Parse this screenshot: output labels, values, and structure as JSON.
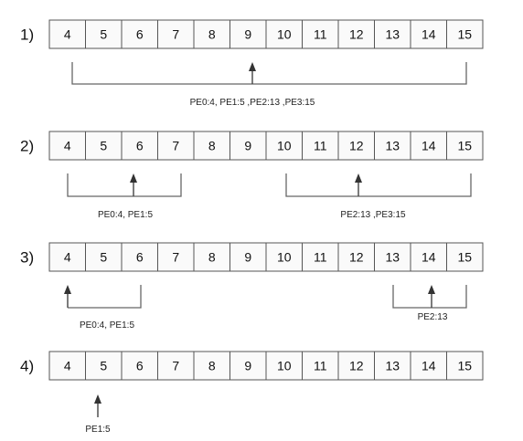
{
  "steps": [
    {
      "label": "1)",
      "values": [
        "4",
        "5",
        "6",
        "7",
        "8",
        "9",
        "10",
        "11",
        "12",
        "13",
        "14",
        "15"
      ],
      "groups": [
        {
          "caption": "PE0:4, PE1:5 ,PE2:13 ,PE3:15"
        }
      ]
    },
    {
      "label": "2)",
      "values": [
        "4",
        "5",
        "6",
        "7",
        "8",
        "9",
        "10",
        "11",
        "12",
        "13",
        "14",
        "15"
      ],
      "groups": [
        {
          "caption": "PE0:4, PE1:5"
        },
        {
          "caption": "PE2:13 ,PE3:15"
        }
      ]
    },
    {
      "label": "3)",
      "values": [
        "4",
        "5",
        "6",
        "7",
        "8",
        "9",
        "10",
        "11",
        "12",
        "13",
        "14",
        "15"
      ],
      "groups": [
        {
          "caption": "PE0:4, PE1:5"
        },
        {
          "caption": "PE2:13"
        }
      ]
    },
    {
      "label": "4)",
      "values": [
        "4",
        "5",
        "6",
        "7",
        "8",
        "9",
        "10",
        "11",
        "12",
        "13",
        "14",
        "15"
      ],
      "groups": [
        {
          "caption": "PE1:5"
        }
      ]
    }
  ]
}
